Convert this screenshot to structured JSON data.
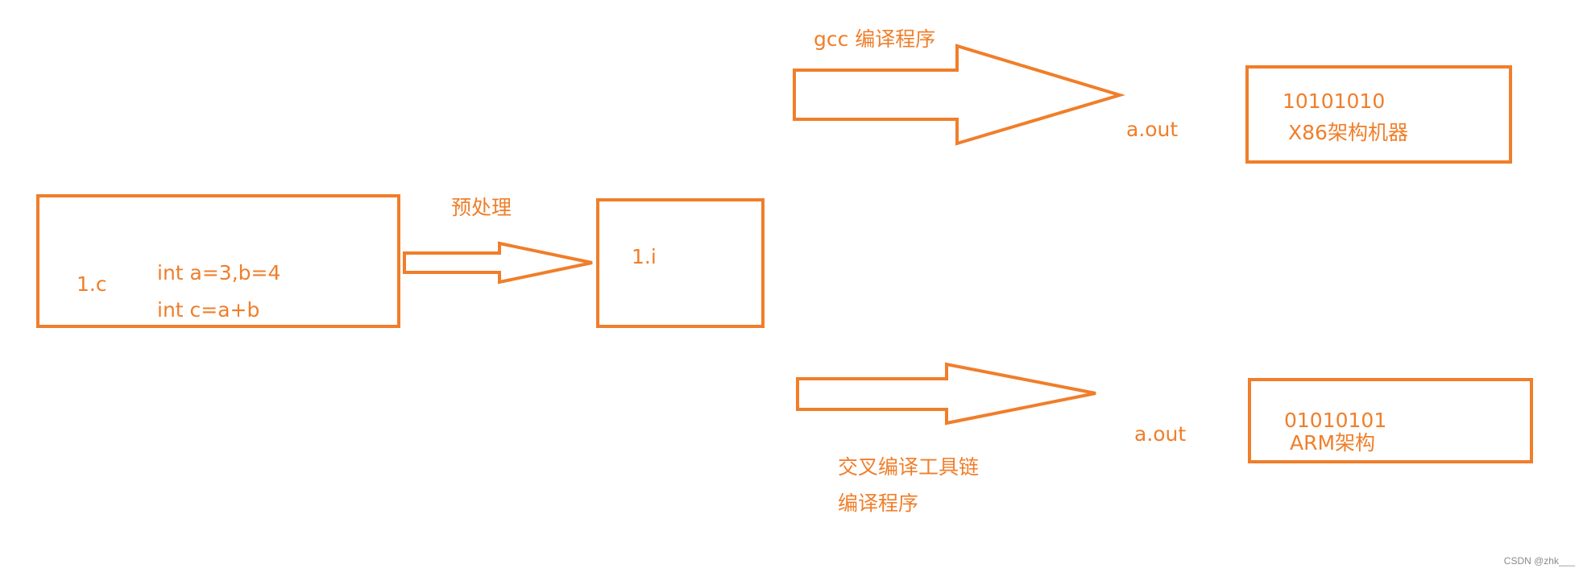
{
  "diagram": {
    "accent_color": "#f07e2a",
    "source_box": {
      "name": "1.c",
      "code_line_1": "int a=3,b=4",
      "code_line_2": "int c=a+b"
    },
    "preprocess": {
      "label": "预处理"
    },
    "intermediate_box": {
      "name": "1.i"
    },
    "gcc_path": {
      "label": "gcc 编译程序",
      "output": "a.out",
      "result_bits": "10101010",
      "result_arch": "X86架构机器"
    },
    "cross_path": {
      "label_line_1": "交叉编译工具链",
      "label_line_2": "编译程序",
      "output": "a.out",
      "result_bits": "01010101",
      "result_arch": "ARM架构"
    }
  },
  "watermark": "CSDN @zhk___"
}
